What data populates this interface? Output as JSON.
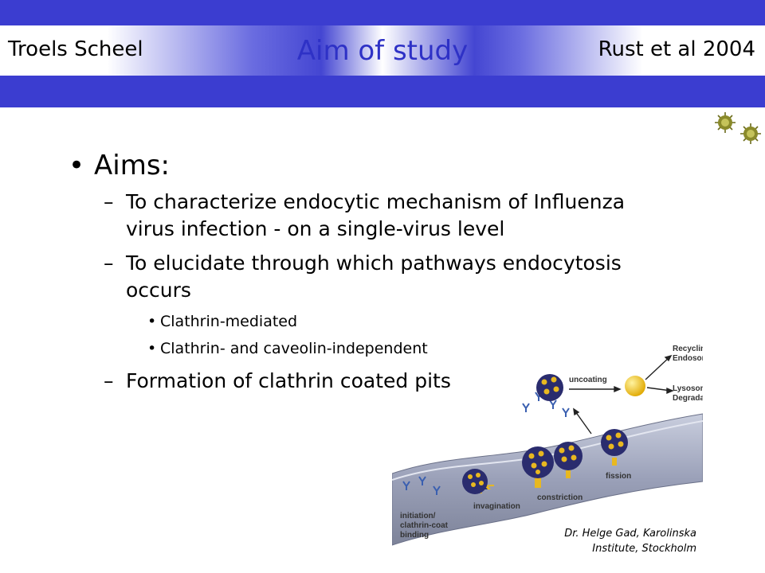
{
  "header": {
    "author": "Troels Scheel",
    "title": "Aim of study",
    "citation": "Rust et al 2004"
  },
  "content": {
    "aims_label": "Aims:",
    "bullet_symbol": "•",
    "dash_symbol": "–",
    "points": [
      "To characterize endocytic mechanism of Influenza virus infection - on a single-virus level",
      "To elucidate through which pathways endocytosis occurs",
      "Formation of clathrin coated pits"
    ],
    "subpoints": [
      "Clathrin-mediated",
      "Clathrin- and caveolin-independent"
    ]
  },
  "figure": {
    "labels": {
      "recycling": "Recycling Endosome",
      "recycling_line1": "Recycling",
      "recycling_line2": "Endosome",
      "lysosomal_line1": "Lysosomal",
      "lysosomal_line2": "Degradation",
      "uncoating": "uncoating",
      "fission": "fission",
      "constriction": "constriction",
      "invagination": "invagination",
      "initiation_line1": "initiation/",
      "initiation_line2": "clathrin-coat",
      "initiation_line3": "binding"
    },
    "credit_line1": "Dr. Helge Gad, Karolinska",
    "credit_line2": "Institute, Stockholm"
  },
  "colors": {
    "header_blue": "#3b3dd0",
    "title_blue": "#2e31c6",
    "membrane": "#9aa0b8",
    "vesicle_coat": "#2a2c6e",
    "vesicle_dots": "#e8b820",
    "endosome": "#f2c21a"
  },
  "icons": [
    "virus-icon",
    "virus-icon"
  ]
}
